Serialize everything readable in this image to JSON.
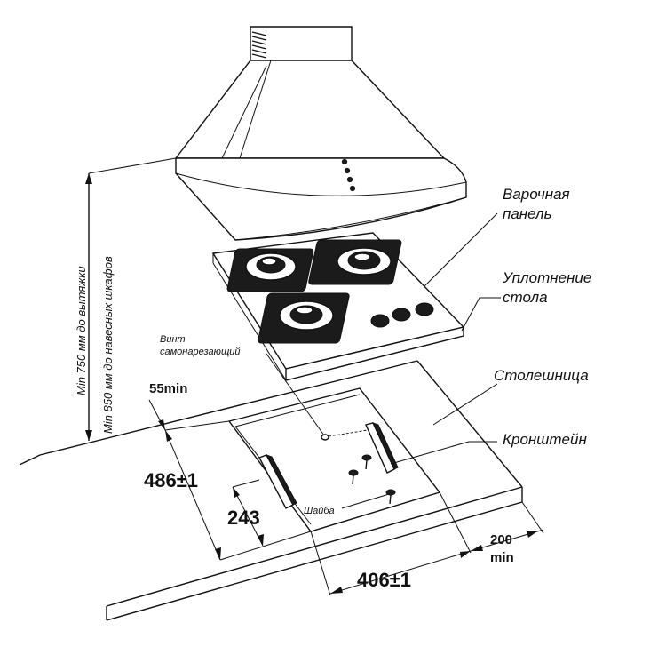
{
  "labels": {
    "hob": [
      "Варочная",
      "панель"
    ],
    "seal": [
      "Уплотнение",
      "стола"
    ],
    "countertop": "Столешница",
    "bracket": "Кронштейн",
    "screw": [
      "Винт",
      "самонарезающий"
    ],
    "washer": "Шайба"
  },
  "dimensions": {
    "edge_min": "55min",
    "depth": "486±1",
    "half_depth": "243",
    "width": "406±1",
    "side_min": [
      "200",
      "min"
    ]
  },
  "vertical_notes": {
    "to_hood": "Min 750 мм до вытяжки",
    "to_cabinets": "Min 850 мм до навесных шкафов"
  }
}
